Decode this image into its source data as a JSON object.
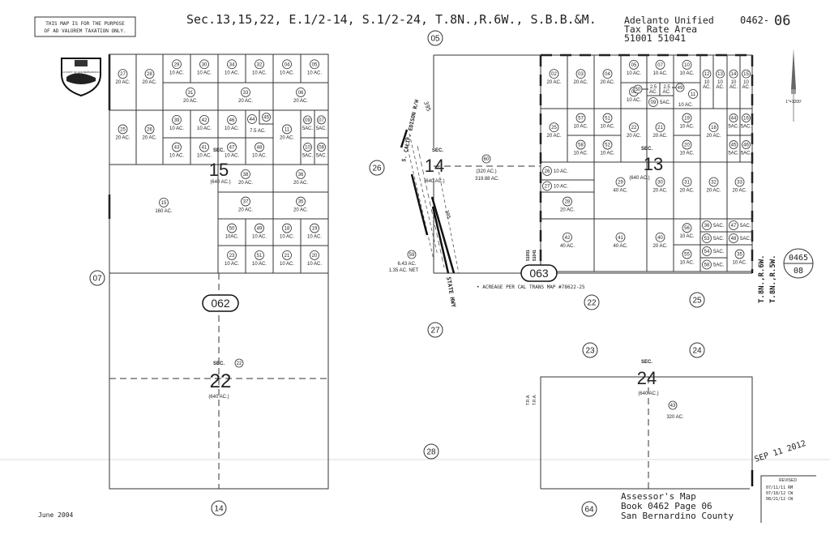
{
  "header": {
    "disclaimer_line1": "THIS MAP IS FOR THE PURPOSE",
    "disclaimer_line2": "OF AD VALOREM TAXATION ONLY.",
    "title": "Sec.13,15,22, E.1/2-14, S.1/2-24, T.8N.,R.6W., S.B.B.&M.",
    "district_line1": "Adelanto Unified",
    "district_line2": "Tax Rate Area",
    "district_line3": "51001 51041",
    "map_number_book": "0462-",
    "map_number_page": "06",
    "seal_text": "COUNTY OF SAN BERNARDINO"
  },
  "scale": "1\"=1200'",
  "left_parcels": [
    {
      "n": "27",
      "ac": "20 AC."
    },
    {
      "n": "28",
      "ac": "20 AC."
    },
    {
      "n": "29",
      "ac": "10 AC."
    },
    {
      "n": "30",
      "ac": "10 AC."
    },
    {
      "n": "34",
      "ac": "10 AC."
    },
    {
      "n": "32",
      "ac": "10 AC."
    },
    {
      "n": "04",
      "ac": "10 AC."
    },
    {
      "n": "05",
      "ac": "10 AC."
    },
    {
      "n": "31",
      "ac": "20 AC."
    },
    {
      "n": "33",
      "ac": "20 AC."
    },
    {
      "n": "06",
      "ac": "20 AC."
    },
    {
      "n": "25",
      "ac": "20 AC."
    },
    {
      "n": "26",
      "ac": "20 AC."
    },
    {
      "n": "39",
      "ac": "10 AC."
    },
    {
      "n": "42",
      "ac": "10 AC."
    },
    {
      "n": "46",
      "ac": "10 AC."
    },
    {
      "n": "44",
      "ac": "7.5 AC."
    },
    {
      "n": "45",
      "ac": ""
    },
    {
      "n": "11",
      "ac": "20 AC."
    },
    {
      "n": "09",
      "ac": "5AC."
    },
    {
      "n": "07",
      "ac": "5AC."
    },
    {
      "n": "43",
      "ac": "10 AC."
    },
    {
      "n": "41",
      "ac": "10 AC."
    },
    {
      "n": "47",
      "ac": "10 AC."
    },
    {
      "n": "48",
      "ac": "10 AC."
    },
    {
      "n": "10",
      "ac": "5AC."
    },
    {
      "n": "08",
      "ac": "5AC."
    },
    {
      "n": "15",
      "ac": "160 AC."
    },
    {
      "n": "38",
      "ac": "20 AC."
    },
    {
      "n": "36",
      "ac": "20 AC."
    },
    {
      "n": "37",
      "ac": "20 AC."
    },
    {
      "n": "35",
      "ac": "20 AC."
    },
    {
      "n": "50",
      "ac": "10AC."
    },
    {
      "n": "49",
      "ac": "10 AC."
    },
    {
      "n": "18",
      "ac": "10 AC."
    },
    {
      "n": "19",
      "ac": "10 AC."
    },
    {
      "n": "23",
      "ac": "10 AC."
    },
    {
      "n": "51",
      "ac": "10 AC."
    },
    {
      "n": "21",
      "ac": "10 AC."
    },
    {
      "n": "20",
      "ac": "10 AC."
    }
  ],
  "right_parcels": [
    {
      "n": "02",
      "ac": "20 AC."
    },
    {
      "n": "03",
      "ac": "20 AC."
    },
    {
      "n": "04",
      "ac": "20 AC."
    },
    {
      "n": "05",
      "ac": "10 AC."
    },
    {
      "n": "07",
      "ac": "10 AC."
    },
    {
      "n": "10",
      "ac": "10 AC."
    },
    {
      "n": "06",
      "ac": "10 AC."
    },
    {
      "n": "",
      "ac": "2.5 AC."
    },
    {
      "n": "",
      "ac": "2.5 AC."
    },
    {
      "n": "09",
      "ac": "5AC."
    },
    {
      "n": "11",
      "ac": "10 AC."
    },
    {
      "n": "12",
      "ac": "10 AC."
    },
    {
      "n": "13",
      "ac": "10 AC."
    },
    {
      "n": "14",
      "ac": "10 AC."
    },
    {
      "n": "15",
      "ac": "10 AC."
    },
    {
      "n": "25",
      "ac": "20 AC."
    },
    {
      "n": "57",
      "ac": "10 AC."
    },
    {
      "n": "51",
      "ac": "10 AC."
    },
    {
      "n": "58",
      "ac": "10 AC."
    },
    {
      "n": "52",
      "ac": "10 AC."
    },
    {
      "n": "22",
      "ac": "20 AC."
    },
    {
      "n": "21",
      "ac": "20 AC."
    },
    {
      "n": "19",
      "ac": "10 AC."
    },
    {
      "n": "20",
      "ac": "10 AC."
    },
    {
      "n": "18",
      "ac": "20 AC."
    },
    {
      "n": "44",
      "ac": "5AC."
    },
    {
      "n": "16",
      "ac": "5AC."
    },
    {
      "n": "45",
      "ac": "5AC."
    },
    {
      "n": "46",
      "ac": "5AC."
    },
    {
      "n": "26",
      "ac": "10 AC."
    },
    {
      "n": "27",
      "ac": "10 AC."
    },
    {
      "n": "28",
      "ac": "20 AC."
    },
    {
      "n": "29",
      "ac": "40 AC."
    },
    {
      "n": "30",
      "ac": "20 AC."
    },
    {
      "n": "31",
      "ac": "20 AC."
    },
    {
      "n": "32",
      "ac": "20 AC."
    },
    {
      "n": "33",
      "ac": "20 AC."
    },
    {
      "n": "42",
      "ac": "40 AC."
    },
    {
      "n": "41",
      "ac": "40 AC."
    },
    {
      "n": "40",
      "ac": "20 AC."
    },
    {
      "n": "56",
      "ac": "10 AC."
    },
    {
      "n": "55",
      "ac": "10 AC."
    },
    {
      "n": "36",
      "ac": "5AC."
    },
    {
      "n": "53",
      "ac": "5AC."
    },
    {
      "n": "54",
      "ac": "5AC."
    },
    {
      "n": "58",
      "ac": "5AC."
    },
    {
      "n": "47",
      "ac": "5AC."
    },
    {
      "n": "48",
      "ac": "5AC."
    },
    {
      "n": "35",
      "ac": "10 AC."
    }
  ],
  "callouts": [
    "50",
    "49"
  ],
  "sections": {
    "sec_label": "SEC.",
    "s15": "15",
    "s15_area": "(640 AC.)",
    "s14": "14",
    "s14_area": "(640 AC.)",
    "s13": "13",
    "s13_area": "(640 AC.)",
    "s22": "22",
    "s22_area": "(640 AC.)",
    "s22_parcel": "22",
    "s24": "24",
    "s24_area": "(640 AC.)"
  },
  "parcel_60": {
    "n": "60",
    "area": "(320 AC.)",
    "net": "319.88 AC."
  },
  "parcel_59": {
    "n": "59",
    "area": "6.43 AC.",
    "net": "1.35 AC. NET"
  },
  "parcel_24_43": {
    "n": "43",
    "ac": "320 AC."
  },
  "adjacent_pages": [
    "05",
    "26",
    "07",
    "27",
    "28",
    "14",
    "22",
    "25",
    "23",
    "24",
    "64"
  ],
  "road_ovals": [
    "062",
    "063"
  ],
  "roads": {
    "highway": "STATE HWY",
    "highway_no": "395",
    "edison": "S. CALIF. EDISON R/W",
    "hwy_cont": "395"
  },
  "tra_labels": [
    "51001",
    "51041",
    "T.R.A.",
    "T.R.A."
  ],
  "township_labels": [
    "T.8N.,R.6W.",
    "T.8N.,R.5W."
  ],
  "acreage_note": "• ACREAGE PER CAL TRANS MAP #78622-25",
  "adjoining_map": {
    "book": "0465",
    "page": "08"
  },
  "stamp": "SEP 11 2012",
  "revised": {
    "title": "REVISED",
    "entries": [
      "07/11/11 RM",
      "07/18/12 CW",
      "08/21/12 CW"
    ]
  },
  "footer": {
    "date": "June 2004",
    "line1": "Assessor's Map",
    "line2": "Book 0462 Page 06",
    "line3": "San Bernardino County"
  }
}
